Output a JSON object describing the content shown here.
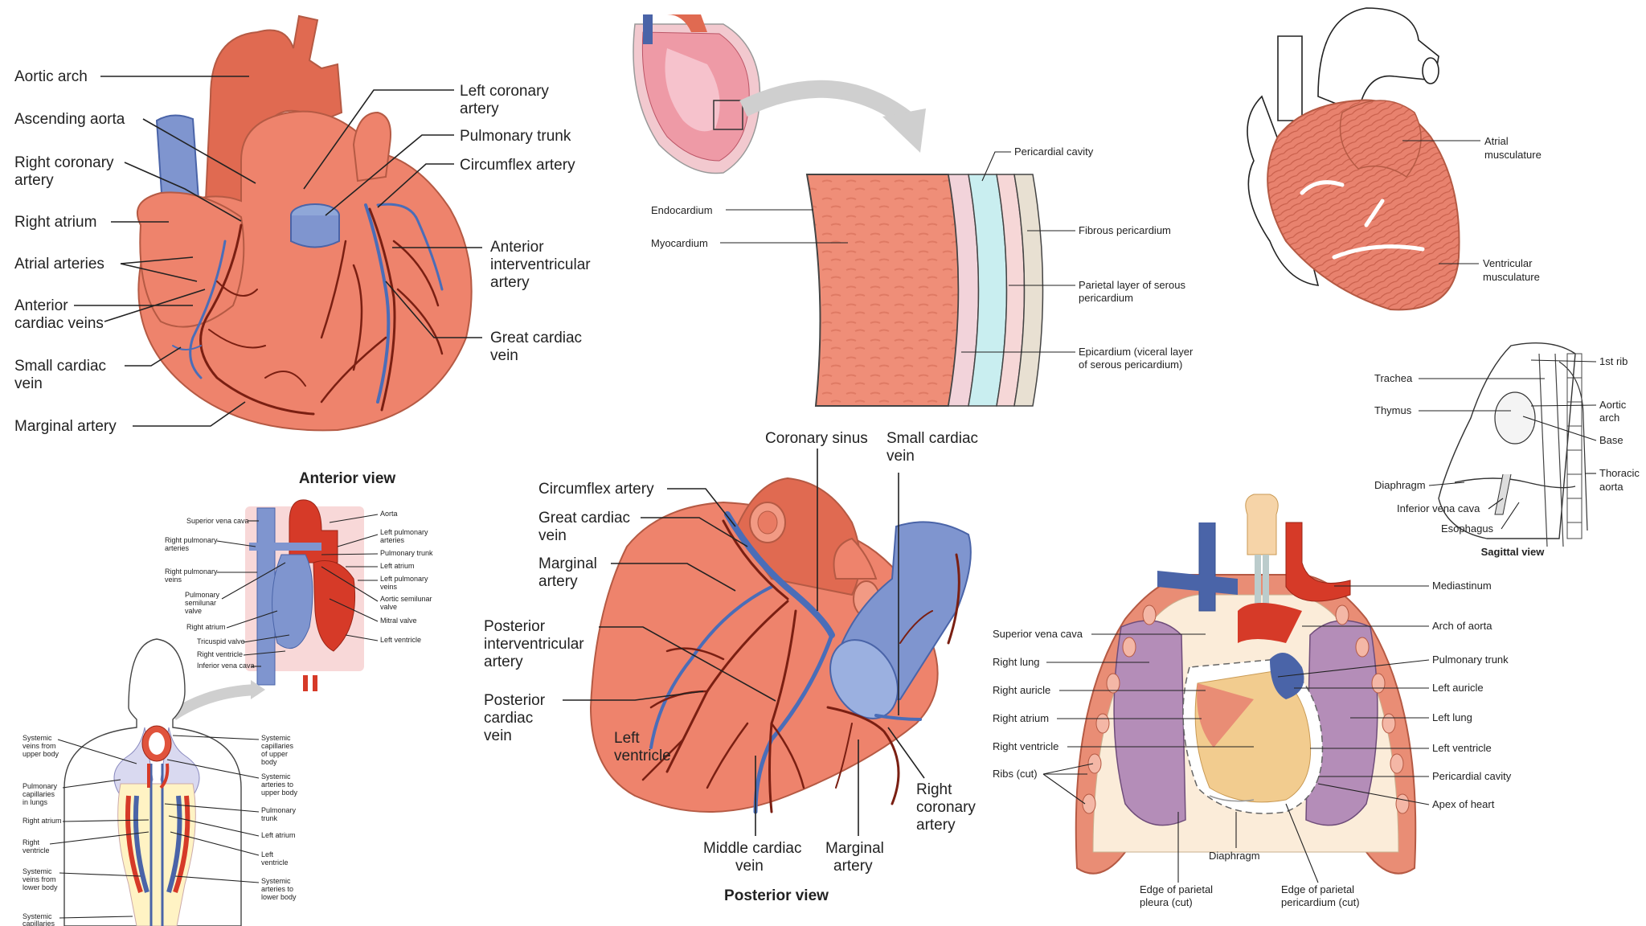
{
  "anterior": {
    "title": "Anterior view",
    "labels": {
      "aortic_arch": "Aortic arch",
      "ascending_aorta": "Ascending aorta",
      "right_coronary_artery": "Right coronary artery",
      "right_atrium": "Right atrium",
      "atrial_arteries": "Atrial arteries",
      "anterior_cardiac_veins": "Anterior cardiac veins",
      "small_cardiac_vein": "Small cardiac vein",
      "marginal_artery": "Marginal artery",
      "left_coronary_artery": "Left coronary artery",
      "pulmonary_trunk": "Pulmonary trunk",
      "circumflex_artery": "Circumflex artery",
      "anterior_interventricular_artery": "Anterior interventricular artery",
      "great_cardiac_vein": "Great cardiac vein"
    }
  },
  "wall": {
    "labels": {
      "pericardial_cavity": "Pericardial cavity",
      "endocardium": "Endocardium",
      "myocardium": "Myocardium",
      "fibrous_pericardium": "Fibrous pericardium",
      "parietal_layer": "Parietal layer of serous pericardium",
      "epicardium": "Epicardium (viceral layer of serous pericardium)"
    }
  },
  "musculature": {
    "labels": {
      "atrial_musculature": "Atrial musculature",
      "ventricular_musculature": "Ventricular musculature"
    }
  },
  "sagittal": {
    "title": "Sagittal view",
    "labels": {
      "first_rib": "1st rib",
      "trachea": "Trachea",
      "thymus": "Thymus",
      "aortic_arch": "Aortic arch",
      "base": "Base",
      "diaphragm": "Diaphragm",
      "thoracic_aorta": "Thoracic aorta",
      "inferior_vena_cava": "Inferior vena cava",
      "esophagus": "Esophagus"
    }
  },
  "circulation": {
    "heart_labels": {
      "superior_vena_cava": "Superior vena cava",
      "aorta": "Aorta",
      "right_pulmonary_arteries": "Right pulmonary arteries",
      "left_pulmonary_arteries": "Left pulmonary arteries",
      "pulmonary_trunk": "Pulmonary trunk",
      "right_pulmonary_veins": "Right pulmonary veins",
      "left_atrium": "Left atrium",
      "left_pulmonary_veins": "Left pulmonary veins",
      "pulmonary_semilunar_valve": "Pulmonary semilunar valve",
      "aortic_semilunar_valve": "Aortic semilunar valve",
      "right_atrium": "Right atrium",
      "mitral_valve": "Mitral valve",
      "tricuspid_valve": "Tricuspid valve",
      "left_ventricle": "Left ventricle",
      "right_ventricle": "Right ventricle",
      "inferior_vena_cava": "Inferior vena cava"
    },
    "body_labels": {
      "systemic_veins_upper": "Systemic veins from upper body",
      "systemic_capillaries_upper": "Systemic capillaries of upper body",
      "pulmonary_capillaries": "Pulmonary capillaries in lungs",
      "systemic_arteries_upper": "Systemic arteries to upper body",
      "right_atrium": "Right atrium",
      "pulmonary_trunk": "Pulmonary trunk",
      "left_atrium": "Left atrium",
      "right_ventricle": "Right ventricle",
      "left_ventricle": "Left ventricle",
      "systemic_veins_lower": "Systemic veins from lower body",
      "systemic_arteries_lower": "Systemic arteries to lower body",
      "systemic_capillaries": "Systemic capillaries"
    }
  },
  "posterior": {
    "title": "Posterior view",
    "labels": {
      "coronary_sinus": "Coronary sinus",
      "small_cardiac_vein": "Small cardiac vein",
      "circumflex_artery": "Circumflex artery",
      "great_cardiac_vein": "Great cardiac vein",
      "marginal_artery_left": "Marginal artery",
      "posterior_interventricular_artery": "Posterior interventricular artery",
      "posterior_cardiac_vein": "Posterior cardiac vein",
      "left_ventricle": "Left ventricle",
      "right_coronary_artery": "Right coronary artery",
      "middle_cardiac_vein": "Middle cardiac vein",
      "marginal_artery_bottom": "Marginal artery"
    }
  },
  "thorax": {
    "labels": {
      "mediastinum": "Mediastinum",
      "superior_vena_cava": "Superior vena cava",
      "arch_of_aorta": "Arch of aorta",
      "right_lung": "Right lung",
      "pulmonary_trunk": "Pulmonary trunk",
      "right_auricle": "Right auricle",
      "left_auricle": "Left auricle",
      "right_atrium": "Right atrium",
      "left_lung": "Left lung",
      "right_ventricle": "Right ventricle",
      "left_ventricle": "Left ventricle",
      "ribs_cut": "Ribs (cut)",
      "pericardial_cavity": "Pericardial cavity",
      "apex_of_heart": "Apex of heart",
      "diaphragm": "Diaphragm",
      "edge_parietal_pleura": "Edge of parietal pleura (cut)",
      "edge_parietal_pericardium": "Edge of parietal pericardium (cut)"
    }
  }
}
